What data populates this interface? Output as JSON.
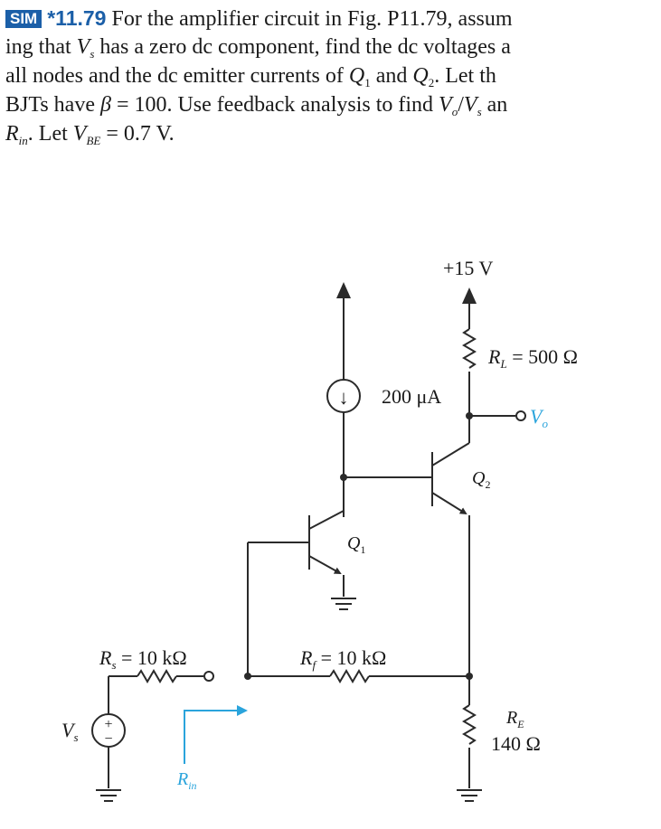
{
  "problem": {
    "badge": "SIM",
    "number": "*11.79",
    "l1_rest": "For the amplifier circuit in Fig. P11.79, assum",
    "l2_a": "ing that ",
    "l2_vs_main": "V",
    "l2_vs_sub": "s",
    "l2_b": " has a zero dc component, find the dc voltages a",
    "l3_a": "all nodes and the dc emitter currents of ",
    "l3_q1_main": "Q",
    "l3_q1_sub": "1",
    "l3_and": " and ",
    "l3_q2_main": "Q",
    "l3_q2_sub": "2",
    "l3_b": ". Let th",
    "l4_a": "BJTs have ",
    "l4_beta": "β",
    "l4_b": " = 100. Use feedback analysis to find ",
    "l4_vo_main": "V",
    "l4_vo_sub": "o",
    "l4_slash": "/",
    "l4_vs_main": "V",
    "l4_vs_sub": "s",
    "l4_c": " an",
    "l5_rin_main": "R",
    "l5_rin_sub": "in",
    "l5_a": ". Let ",
    "l5_vbe_main": "V",
    "l5_vbe_sub": "BE",
    "l5_b": " = 0.7 V."
  },
  "circuit": {
    "supply_label": "+15 V",
    "rl_top": {
      "main": "R",
      "sub": "L",
      "value": " = 500 Ω"
    },
    "current_source": "200 μA",
    "vo": {
      "main": "V",
      "sub": "o"
    },
    "q2": {
      "main": "Q",
      "sub": "2"
    },
    "q1": {
      "main": "Q",
      "sub": "1"
    },
    "rs": {
      "main": "R",
      "sub": "s",
      "value": " = 10 kΩ"
    },
    "rf": {
      "main": "R",
      "sub": "f",
      "value": " = 10 kΩ"
    },
    "re": {
      "main": "R",
      "sub": "E",
      "value": "140 Ω"
    },
    "vs": {
      "main": "V",
      "sub": "s"
    },
    "rin": {
      "main": "R",
      "sub": "in"
    },
    "vs_plus": "+",
    "vs_minus": "−",
    "arrow_glyph": "↓"
  }
}
